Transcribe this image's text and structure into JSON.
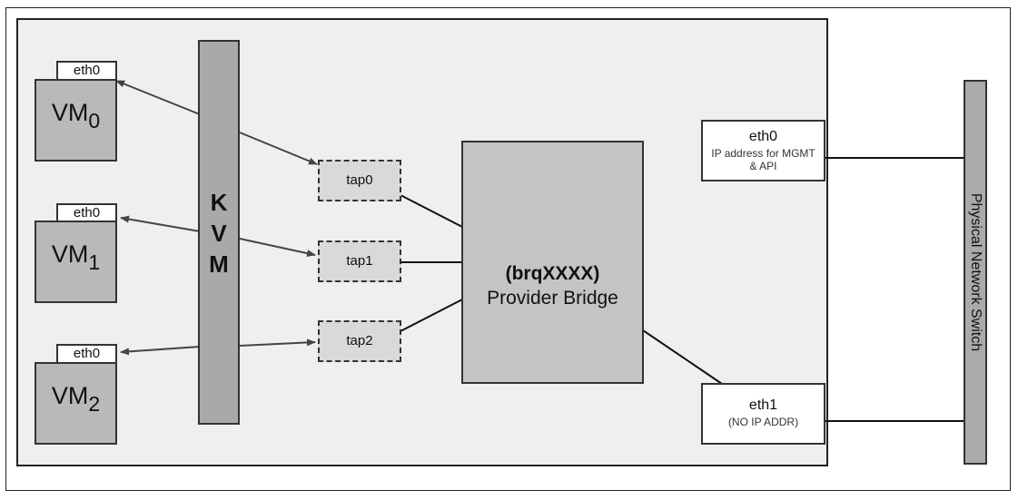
{
  "vms": [
    {
      "label": "VM",
      "subscript": "0",
      "nic": "eth0"
    },
    {
      "label": "VM",
      "subscript": "1",
      "nic": "eth0"
    },
    {
      "label": "VM",
      "subscript": "2",
      "nic": "eth0"
    }
  ],
  "kvm": {
    "letters": [
      "K",
      "V",
      "M"
    ]
  },
  "taps": [
    "tap0",
    "tap1",
    "tap2"
  ],
  "bridge": {
    "name": "(brqXXXX)",
    "label": "Provider Bridge"
  },
  "host_nics": [
    {
      "name": "eth0",
      "desc": "IP address for MGMT & API"
    },
    {
      "name": "eth1",
      "desc": "(NO IP ADDR)"
    }
  ],
  "switch": {
    "label": "Physical Network Switch"
  }
}
